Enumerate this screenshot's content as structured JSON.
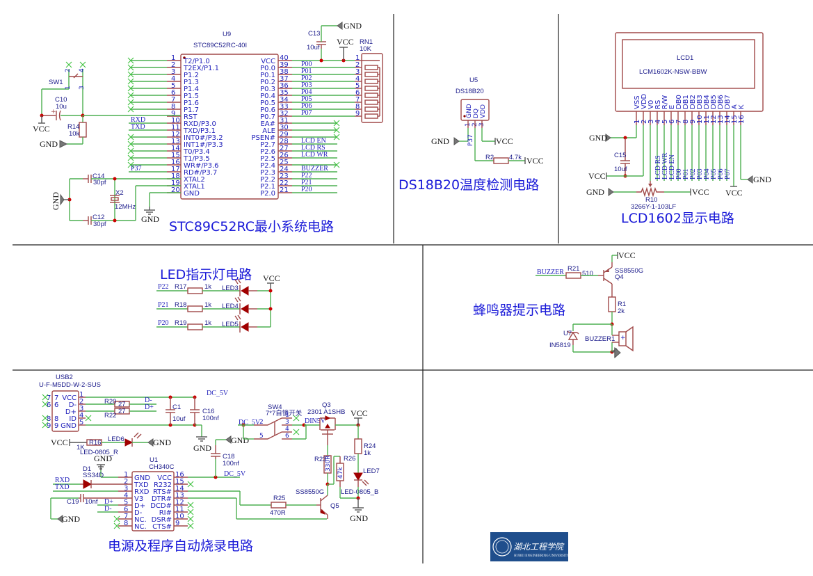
{
  "sections": {
    "mcu": {
      "title": "STC89C52RC最小系统电路"
    },
    "ds18b20": {
      "title": "DS18B20温度检测电路"
    },
    "lcd": {
      "title": "LCD1602显示电路"
    },
    "led": {
      "title": "LED指示灯电路"
    },
    "buzzer": {
      "title": "蜂鸣器提示电路"
    },
    "power": {
      "title": "电源及程序自动烧录电路"
    }
  },
  "mcu": {
    "ref": "U9",
    "part": "STC89C52RC-40I",
    "left_pins": [
      {
        "num": "1",
        "name": "T2/P1.0"
      },
      {
        "num": "2",
        "name": "T2EX/P1.1"
      },
      {
        "num": "3",
        "name": "P1.2"
      },
      {
        "num": "4",
        "name": "P1.3"
      },
      {
        "num": "5",
        "name": "P1.4"
      },
      {
        "num": "6",
        "name": "P1.5"
      },
      {
        "num": "7",
        "name": "P1.6"
      },
      {
        "num": "8",
        "name": "P1.7"
      },
      {
        "num": "9",
        "name": "RST"
      },
      {
        "num": "10",
        "name": "RXD/P3.0"
      },
      {
        "num": "11",
        "name": "TXD/P3.1"
      },
      {
        "num": "12",
        "name": "INT0#/P3.2"
      },
      {
        "num": "13",
        "name": "INT1#/P3.3"
      },
      {
        "num": "14",
        "name": "T0/P3.4"
      },
      {
        "num": "15",
        "name": "T1/P3.5"
      },
      {
        "num": "16",
        "name": "WR#/P3.6"
      },
      {
        "num": "17",
        "name": "RD#/P3.7"
      },
      {
        "num": "18",
        "name": "XTAL2"
      },
      {
        "num": "19",
        "name": "XTAL1"
      },
      {
        "num": "20",
        "name": "GND"
      }
    ],
    "right_pins": [
      {
        "num": "40",
        "name": "VCC",
        "net": ""
      },
      {
        "num": "39",
        "name": "P0.0",
        "net": "P00"
      },
      {
        "num": "38",
        "name": "P0.1",
        "net": "P01"
      },
      {
        "num": "37",
        "name": "P0.2",
        "net": "P02"
      },
      {
        "num": "36",
        "name": "P0.3",
        "net": "P03"
      },
      {
        "num": "35",
        "name": "P0.4",
        "net": "P04"
      },
      {
        "num": "34",
        "name": "P0.5",
        "net": "P05"
      },
      {
        "num": "33",
        "name": "P0.6",
        "net": "P06"
      },
      {
        "num": "32",
        "name": "P0.7",
        "net": "P07"
      },
      {
        "num": "31",
        "name": "EA#",
        "net": ""
      },
      {
        "num": "30",
        "name": "ALE",
        "net": ""
      },
      {
        "num": "29",
        "name": "PSEN#",
        "net": ""
      },
      {
        "num": "28",
        "name": "P2.7",
        "net": "LCD EN"
      },
      {
        "num": "27",
        "name": "P2.6",
        "net": "LCD RS"
      },
      {
        "num": "26",
        "name": "P2.5",
        "net": "LCD WR"
      },
      {
        "num": "25",
        "name": "P2.4",
        "net": ""
      },
      {
        "num": "24",
        "name": "P2.3",
        "net": "BUZZER"
      },
      {
        "num": "23",
        "name": "P2.2",
        "net": "P22"
      },
      {
        "num": "22",
        "name": "P2.1",
        "net": "P21"
      },
      {
        "num": "21",
        "name": "P2.0",
        "net": "P20"
      }
    ],
    "left_nets": {
      "10": "RXD",
      "11": "TXD",
      "17": "P37"
    },
    "sw1": {
      "ref": "SW1",
      "pins": [
        "2",
        "4",
        "1",
        "3"
      ]
    },
    "c10": {
      "ref": "C10",
      "value": "10u"
    },
    "r14": {
      "ref": "R14",
      "value": "10k"
    },
    "c13": {
      "ref": "C13",
      "value": "10uf"
    },
    "rn1": {
      "ref": "RN1",
      "value": "10K",
      "pins": [
        "1",
        "2",
        "3",
        "4",
        "5",
        "6",
        "7",
        "8",
        "9"
      ]
    },
    "c14": {
      "ref": "C14",
      "value": "30pf"
    },
    "c12": {
      "ref": "C12",
      "value": "30pf"
    },
    "x2": {
      "ref": "X2",
      "value": "12MHz"
    },
    "vcc": "VCC",
    "gnd": "GND"
  },
  "ds18b20": {
    "ref": "U5",
    "part": "DS18B20",
    "pins": [
      {
        "num": "1",
        "name": "GND"
      },
      {
        "num": "2",
        "name": "DQ"
      },
      {
        "num": "3",
        "name": "VDD"
      }
    ],
    "net": "P37",
    "r2": {
      "ref": "R2",
      "value": "4.7k"
    },
    "gnd": "GND",
    "vcc": "VCC"
  },
  "lcd": {
    "ref": "LCD1",
    "part": "LCM1602K-NSW-BBW",
    "pins": [
      {
        "num": "1",
        "name": "VSS"
      },
      {
        "num": "2",
        "name": "VDD"
      },
      {
        "num": "3",
        "name": "V0"
      },
      {
        "num": "4",
        "name": "RS"
      },
      {
        "num": "5",
        "name": "R/W"
      },
      {
        "num": "6",
        "name": "E"
      },
      {
        "num": "7",
        "name": "DB0"
      },
      {
        "num": "8",
        "name": "DB1"
      },
      {
        "num": "9",
        "name": "DB2"
      },
      {
        "num": "10",
        "name": "DB3"
      },
      {
        "num": "11",
        "name": "DB4"
      },
      {
        "num": "12",
        "name": "DB5"
      },
      {
        "num": "13",
        "name": "DB6"
      },
      {
        "num": "14",
        "name": "DB7"
      },
      {
        "num": "15",
        "name": "A"
      },
      {
        "num": "16",
        "name": "K"
      }
    ],
    "nets": [
      "LCD RS",
      "LCD WR",
      "LCD EN",
      "P00",
      "P01",
      "P02",
      "P03",
      "P04",
      "P05",
      "P06",
      "P07"
    ],
    "c15": {
      "ref": "C15",
      "value": "10uf"
    },
    "r10": {
      "ref": "R10",
      "value": "3266Y-1-103LF"
    },
    "gnd": "GND",
    "vcc": "VCC"
  },
  "led": {
    "vcc": "VCC",
    "rows": [
      {
        "net": "P22",
        "res": "R17",
        "value": "1k",
        "led": "LED3"
      },
      {
        "net": "P21",
        "res": "R18",
        "value": "1k",
        "led": "LED4"
      },
      {
        "net": "P20",
        "res": "R19",
        "value": "1k",
        "led": "LED5"
      }
    ]
  },
  "buzzer": {
    "net": "BUZZER",
    "r21": {
      "ref": "R21",
      "value": "510"
    },
    "q4": {
      "ref": "Q4",
      "part": "SS8550G"
    },
    "r1": {
      "ref": "R1",
      "value": "2k"
    },
    "u7": {
      "ref": "U7",
      "part": "IN5819"
    },
    "bz": {
      "ref": "BUZZER1"
    },
    "vcc": "VCC"
  },
  "power": {
    "usb": {
      "ref": "USB2",
      "part": "U-F-M5DD-W-2-SUS",
      "pins": [
        {
          "l": "7",
          "r": "7",
          "name": ""
        },
        {
          "l": "6",
          "r": "6",
          "name": ""
        },
        {
          "l": "8",
          "r": "8",
          "name": ""
        },
        {
          "l": "9",
          "r": "9",
          "name": ""
        }
      ],
      "right": [
        {
          "num": "1",
          "name": "VCC"
        },
        {
          "num": "2",
          "name": "D-"
        },
        {
          "num": "3",
          "name": "D+"
        },
        {
          "num": "4",
          "name": "ID"
        },
        {
          "num": "5",
          "name": "GND"
        }
      ]
    },
    "r20": {
      "ref": "R20",
      "value": "27"
    },
    "r22": {
      "ref": "R22",
      "value": "27"
    },
    "nets": {
      "dm": "D-",
      "dp": "D+",
      "dc5v": "DC_5V",
      "din5v": "DIN5V",
      "rxd": "RXD",
      "txd": "TXD"
    },
    "c1": {
      "ref": "C1",
      "value": "10uf"
    },
    "c16": {
      "ref": "C16",
      "value": "100nf"
    },
    "c18": {
      "ref": "C18",
      "value": "100nf"
    },
    "c19": {
      "ref": "C19",
      "value": "10nf"
    },
    "r16": {
      "ref": "R16",
      "value": "1K"
    },
    "led6": {
      "ref": "LED6",
      "part": "LED-0805_R"
    },
    "d1": {
      "ref": "D1",
      "part": "SS34D"
    },
    "u1": {
      "ref": "U1",
      "part": "CH340C",
      "left": [
        {
          "num": "1",
          "name": "GND"
        },
        {
          "num": "2",
          "name": "TXD"
        },
        {
          "num": "3",
          "name": "RXD"
        },
        {
          "num": "4",
          "name": "V3"
        },
        {
          "num": "5",
          "name": "D+"
        },
        {
          "num": "6",
          "name": "D-"
        },
        {
          "num": "7",
          "name": "NC."
        },
        {
          "num": "8",
          "name": "NC."
        }
      ],
      "right": [
        {
          "num": "16",
          "name": "VCC"
        },
        {
          "num": "15",
          "name": "R232"
        },
        {
          "num": "14",
          "name": "RTS#"
        },
        {
          "num": "13",
          "name": "DTR#"
        },
        {
          "num": "12",
          "name": "DCD#"
        },
        {
          "num": "11",
          "name": "RI#"
        },
        {
          "num": "10",
          "name": "DSR#"
        },
        {
          "num": "9",
          "name": "CTS#"
        }
      ]
    },
    "sw4": {
      "ref": "SW4",
      "part": "7*7自锁开关",
      "pins": [
        "1",
        "2",
        "3",
        "4",
        "5",
        "6"
      ]
    },
    "q3": {
      "ref": "Q3",
      "part": "2301 A1SHB"
    },
    "r23": {
      "ref": "R23",
      "value": "330R"
    },
    "r26": {
      "ref": "R26",
      "value": "47k"
    },
    "r24": {
      "ref": "R24",
      "value": "1k"
    },
    "led7": {
      "ref": "LED7",
      "part": "LED-0805_B"
    },
    "r25": {
      "ref": "R25",
      "value": "470R"
    },
    "q5": {
      "ref": "Q5",
      "part": "SS8550G"
    },
    "vcc": "VCC",
    "gnd": "GND"
  },
  "logo": {
    "cn": "湖北工程学院",
    "en": "HUBEI ENGINEERING UNIVERSITY"
  }
}
